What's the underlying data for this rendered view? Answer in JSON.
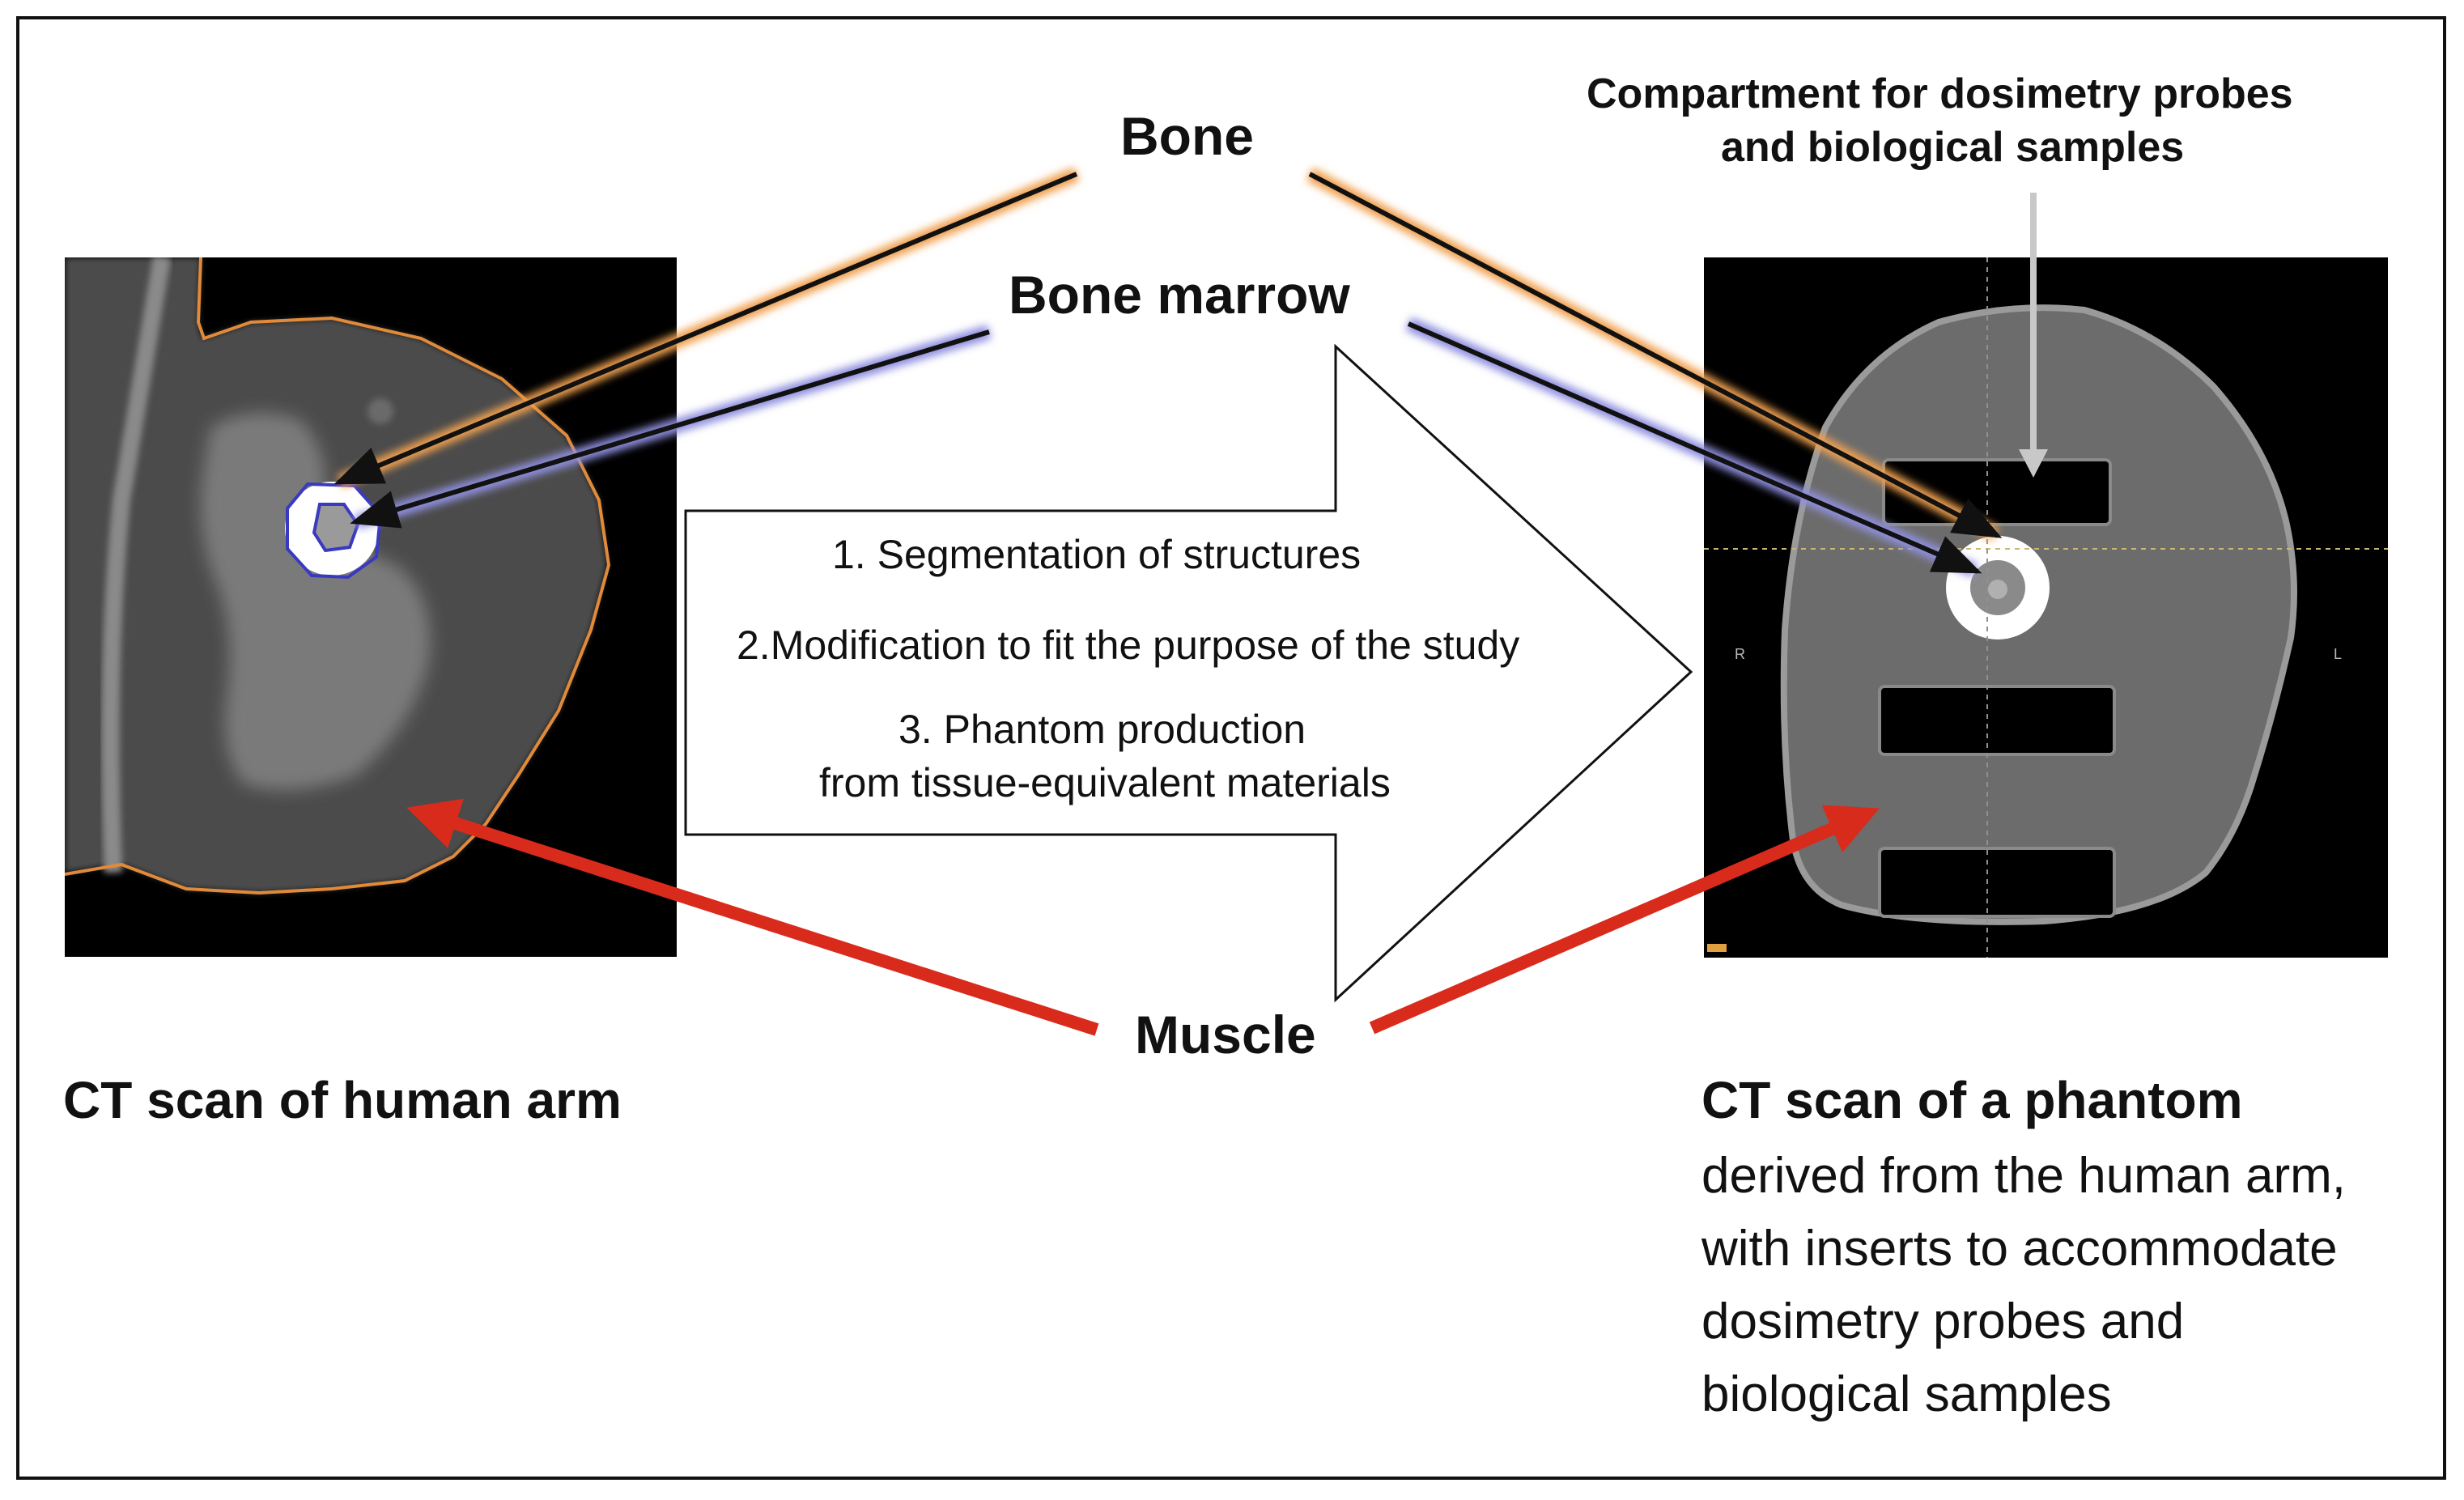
{
  "labels": {
    "bone": "Bone",
    "bone_marrow": "Bone marrow",
    "muscle": "Muscle",
    "compartment_line1": "Compartment for dosimetry probes",
    "compartment_line2": "and biological samples"
  },
  "process_steps": {
    "step1": "1. Segmentation of structures",
    "step2": "2.Modification to fit the purpose of the study",
    "step3_line1": "3. Phantom production",
    "step3_line2": "from tissue-equivalent materials"
  },
  "left_panel": {
    "caption": "CT scan of human arm"
  },
  "right_panel": {
    "caption_title": "CT scan of a phantom",
    "caption_lines": [
      "derived from the human arm,",
      "with inserts to accommodate",
      "dosimetry probes and",
      "biological samples"
    ],
    "marker_right": "R",
    "marker_left": "L"
  },
  "colors": {
    "bone_glow": "#f0a050",
    "marrow_glow": "#9090e0",
    "muscle_arrow": "#d92b1c",
    "contour": "#e08a3a",
    "ct_background": "#000000"
  }
}
